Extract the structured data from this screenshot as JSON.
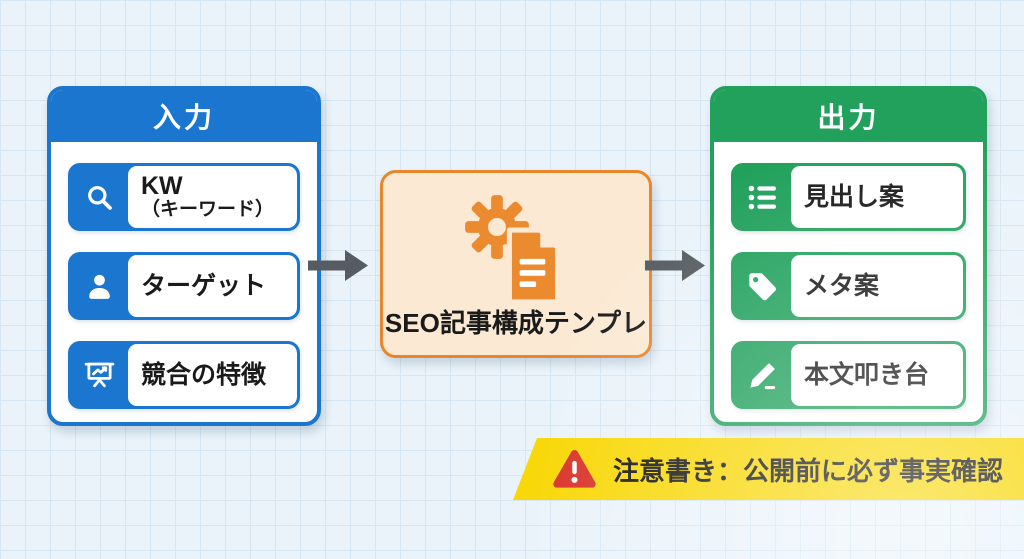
{
  "diagram": {
    "background_color": "#eaf3fa",
    "input_panel": {
      "title": "入力",
      "accent_color": "#1b76cf",
      "items": [
        {
          "icon": "search-icon",
          "label": "KW",
          "sublabel": "（キーワード）"
        },
        {
          "icon": "user-icon",
          "label": "ターゲット"
        },
        {
          "icon": "presentation-chart-icon",
          "label": "競合の特徴"
        }
      ]
    },
    "process_box": {
      "label": "SEO記事構成テンプレ",
      "icons": [
        "gear-icon",
        "document-icon"
      ],
      "border_color": "#e8862c",
      "fill_color": "#fbe9d3"
    },
    "output_panel": {
      "title": "出力",
      "accent_color": "#21a15c",
      "items": [
        {
          "icon": "list-icon",
          "label": "見出し案"
        },
        {
          "icon": "tag-icon",
          "label": "メタ案"
        },
        {
          "icon": "pencil-icon",
          "label": "本文叩き台"
        }
      ]
    },
    "arrows": {
      "color": "#565c61",
      "count": 2
    },
    "warning_banner": {
      "icon": "warning-icon",
      "text": "注意書き：公開前に必ず事実確認",
      "fill_color": "#f8d703",
      "icon_color": "#d93025"
    }
  }
}
